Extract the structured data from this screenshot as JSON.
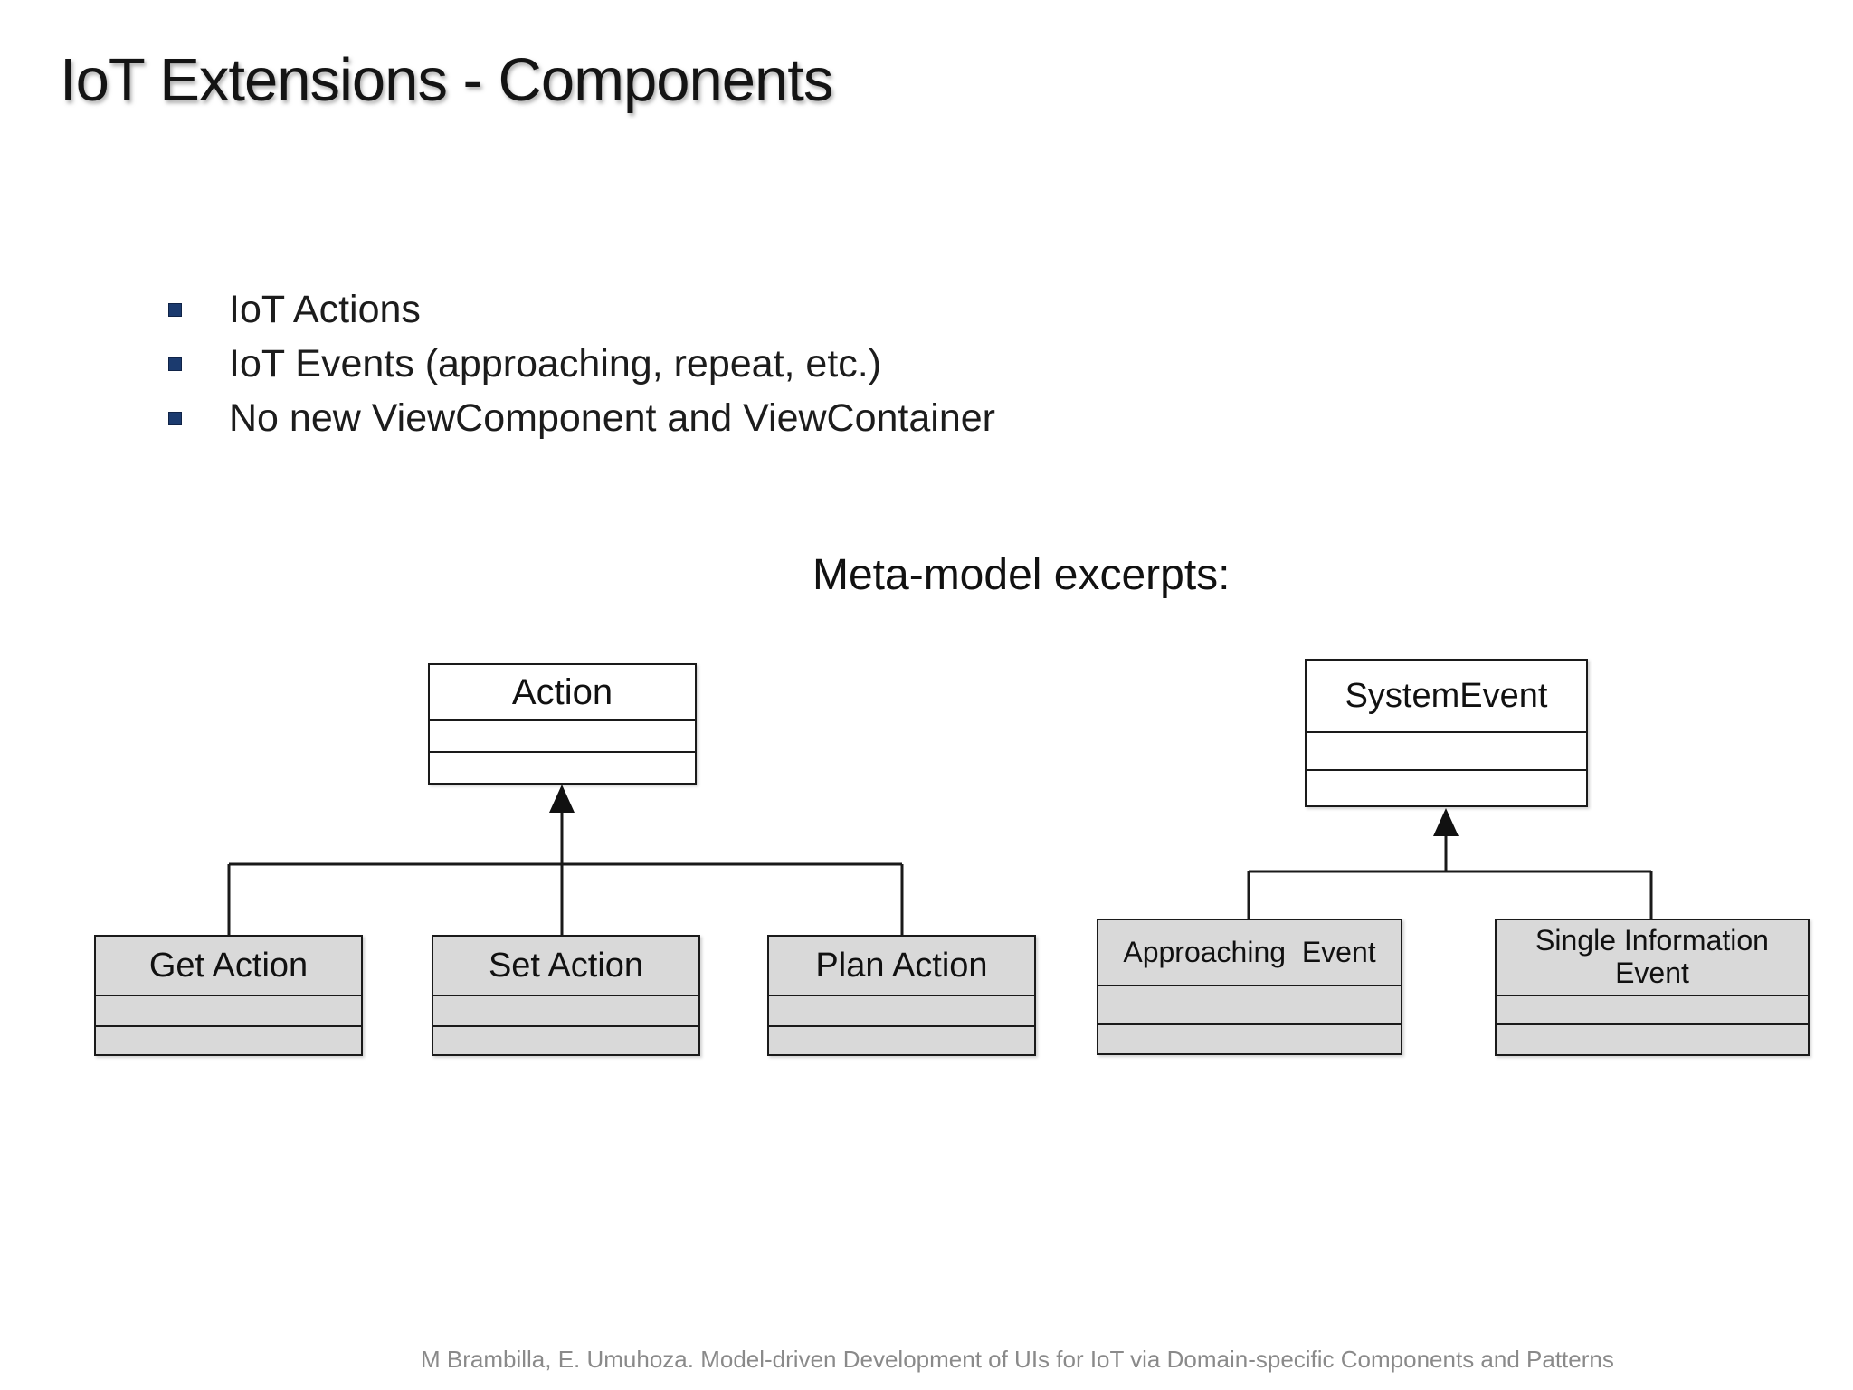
{
  "slide": {
    "title": "IoT Extensions - Components",
    "bullets": [
      "IoT Actions",
      "IoT Events (approaching, repeat, etc.)",
      "No new ViewComponent and ViewContainer"
    ],
    "diagram_heading": "Meta-model excerpts:",
    "footer": "M Brambilla, E. Umuhoza. Model-driven Development of UIs for IoT via Domain-specific Components and Patterns"
  },
  "diagrams": {
    "action_hierarchy": {
      "parent": "Action",
      "children": [
        "Get Action",
        "Set Action",
        "Plan Action"
      ],
      "relation": "generalization"
    },
    "event_hierarchy": {
      "parent": "SystemEvent",
      "children": [
        "Approaching  Event",
        "Single Information Event"
      ],
      "relation": "generalization"
    }
  },
  "colors": {
    "background": "#ffffff",
    "bullet_square": "#1b3a6e",
    "class_box_child_fill": "#d9d9d9",
    "class_box_parent_fill": "#ffffff",
    "line_and_border": "#1a1a1a",
    "footer_text": "#8a8a8a",
    "body_text": "#1c1c1c"
  }
}
